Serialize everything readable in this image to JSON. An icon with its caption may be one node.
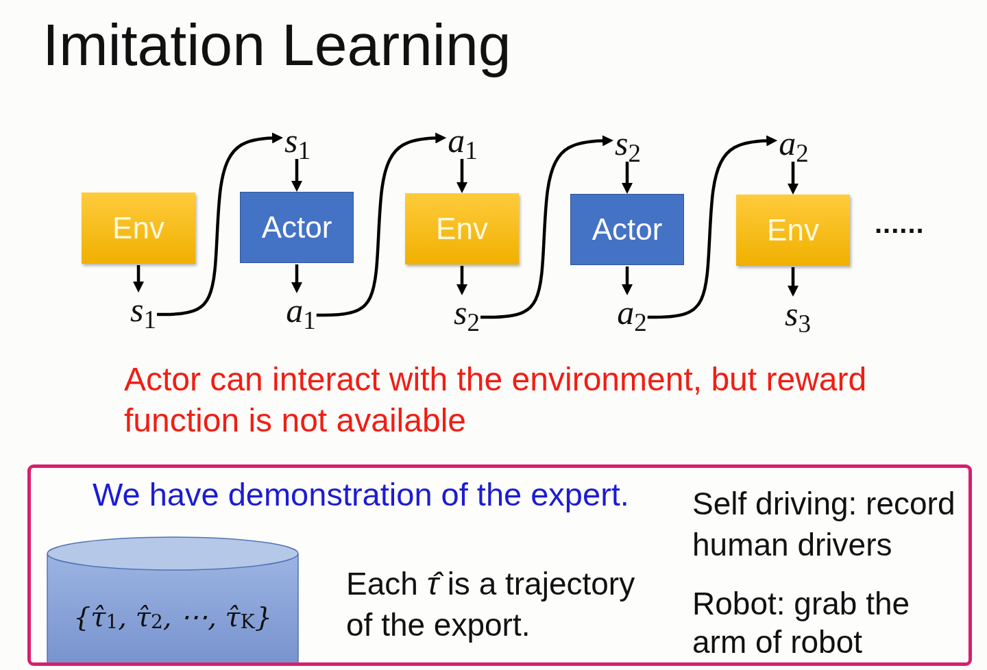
{
  "diagram": {
    "title": "Imitation Learning",
    "nodes": [
      {
        "text": [
          "*s*$_{1}$"
        ]
      },
      {
        "text": [
          "*a*$_{1}$"
        ]
      },
      {
        "text": [
          "*s*$_{2}$"
        ]
      },
      {
        "text": [
          "*a*$_{2}$"
        ]
      },
      {
        "text": [
          "Env"
        ]
      },
      {
        "text": [
          "Actor"
        ]
      },
      {
        "text": [
          "Env"
        ]
      },
      {
        "text": [
          "Actor"
        ]
      },
      {
        "text": [
          "Env"
        ]
      },
      {
        "text": [
          "*s*$_{1}$"
        ]
      },
      {
        "text": [
          "*a*$_{1}$"
        ]
      },
      {
        "text": [
          "*s*$_{2}$"
        ]
      },
      {
        "text": [
          "*a*$_{2}$"
        ]
      },
      {
        "text": [
          "*s*$_{3}$"
        ]
      },
      {
        "text": [
          "We have demonstration of the expert.",
          "Self driving: record human drivers",
          "Robot: grab the arm of robot"
        ]
      },
      {
        "text": [
          "{τ̂$_{1}$, τ̂$_{2}$, ⋯, τ̂$_{K}$}"
        ],
        "in": 14,
        "beside": [
          "Each *τ̂* is a trajectory of the export."
        ]
      }
    ],
    "edges": [
      {
        "from": 4,
        "to": 9,
        "arrow": "to"
      },
      {
        "from": 9,
        "to": 0,
        "arrow": "to"
      },
      {
        "from": 0,
        "to": 5,
        "arrow": "to"
      },
      {
        "from": 5,
        "to": 10,
        "arrow": "to"
      },
      {
        "from": 10,
        "to": 1,
        "arrow": "to"
      },
      {
        "from": 1,
        "to": 6,
        "arrow": "to"
      },
      {
        "from": 6,
        "to": 11,
        "arrow": "to"
      },
      {
        "from": 11,
        "to": 2,
        "arrow": "to"
      },
      {
        "from": 2,
        "to": 7,
        "arrow": "to"
      },
      {
        "from": 7,
        "to": 12,
        "arrow": "to"
      },
      {
        "from": 12,
        "to": 3,
        "arrow": "to"
      },
      {
        "from": 3,
        "to": 8,
        "arrow": "to"
      },
      {
        "from": 8,
        "to": 13,
        "arrow": "to"
      }
    ],
    "labels": [
      "......",
      "Actor can interact with the environment, but reward function is not available"
    ]
  }
}
